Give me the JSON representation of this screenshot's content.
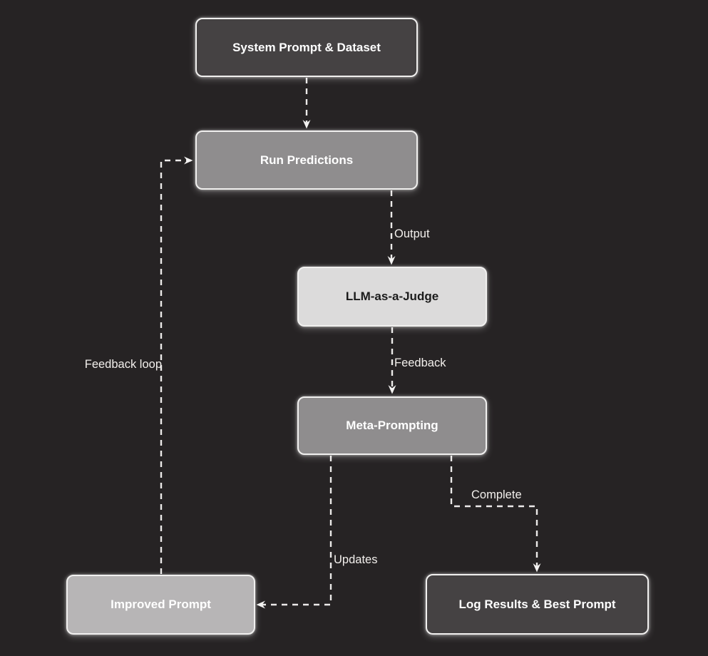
{
  "diagram": {
    "type": "flowchart",
    "background_color": "#262324",
    "edge_line_color": "#eceae9",
    "nodes": [
      {
        "id": "system-prompt-dataset",
        "label": "System Prompt & Dataset",
        "fill": "#454243",
        "text_color": "#ffffff"
      },
      {
        "id": "run-predictions",
        "label": "Run Predictions",
        "fill": "#8f8d8e",
        "text_color": "#ffffff"
      },
      {
        "id": "llm-as-a-judge",
        "label": "LLM-as-a-Judge",
        "fill": "#dcdbdb",
        "text_color": "#1b1b1b"
      },
      {
        "id": "meta-prompting",
        "label": "Meta-Prompting",
        "fill": "#8f8d8e",
        "text_color": "#ffffff"
      },
      {
        "id": "improved-prompt",
        "label": "Improved Prompt",
        "fill": "#b7b5b6",
        "text_color": "#ffffff"
      },
      {
        "id": "log-results-best-prompt",
        "label": "Log Results & Best Prompt",
        "fill": "#454243",
        "text_color": "#ffffff"
      }
    ],
    "edges": [
      {
        "from": "system-prompt-dataset",
        "to": "run-predictions",
        "label": "",
        "style": "dashed-arrow"
      },
      {
        "from": "run-predictions",
        "to": "llm-as-a-judge",
        "label": "Output",
        "style": "dashed-arrow"
      },
      {
        "from": "llm-as-a-judge",
        "to": "meta-prompting",
        "label": "Feedback",
        "style": "dashed-arrow"
      },
      {
        "from": "meta-prompting",
        "to": "improved-prompt",
        "label": "Updates",
        "style": "dashed-arrow"
      },
      {
        "from": "meta-prompting",
        "to": "log-results-best-prompt",
        "label": "Complete",
        "style": "dashed-arrow"
      },
      {
        "from": "improved-prompt",
        "to": "run-predictions",
        "label": "Feedback loop",
        "style": "dashed-arrow"
      }
    ]
  }
}
